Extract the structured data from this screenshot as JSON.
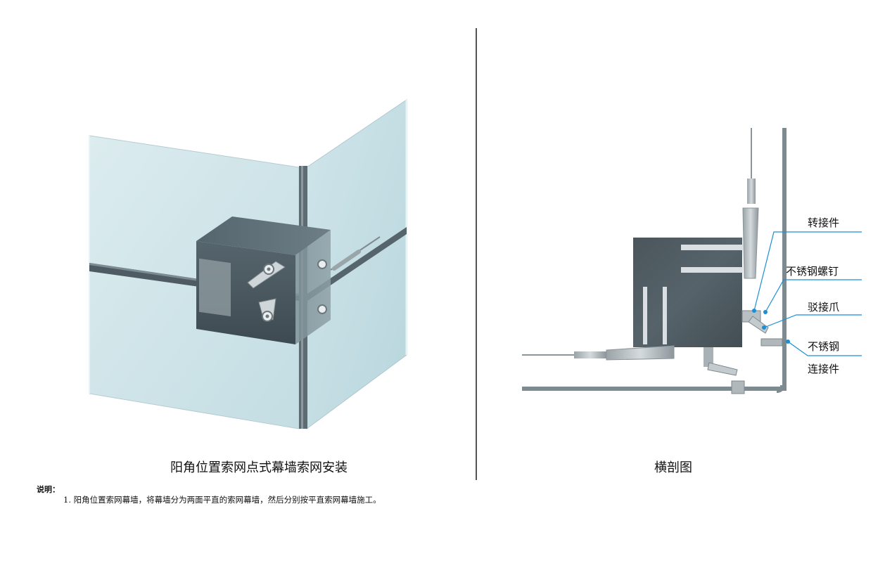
{
  "left_figure": {
    "caption": "阳角位置索网点式幕墙索网安装"
  },
  "right_figure": {
    "caption": "横剖图",
    "callouts": [
      "转接件",
      "不锈钢螺钉",
      "驳接爪",
      "不锈钢",
      "连接件"
    ],
    "callout_color": "#1a8fd6"
  },
  "notes": {
    "heading": "说明：",
    "items": [
      "1. 阳角位置索网幕墙，将幕墙分为两面平直的索网幕墙，然后分别按平直索网幕墙施工。"
    ]
  }
}
